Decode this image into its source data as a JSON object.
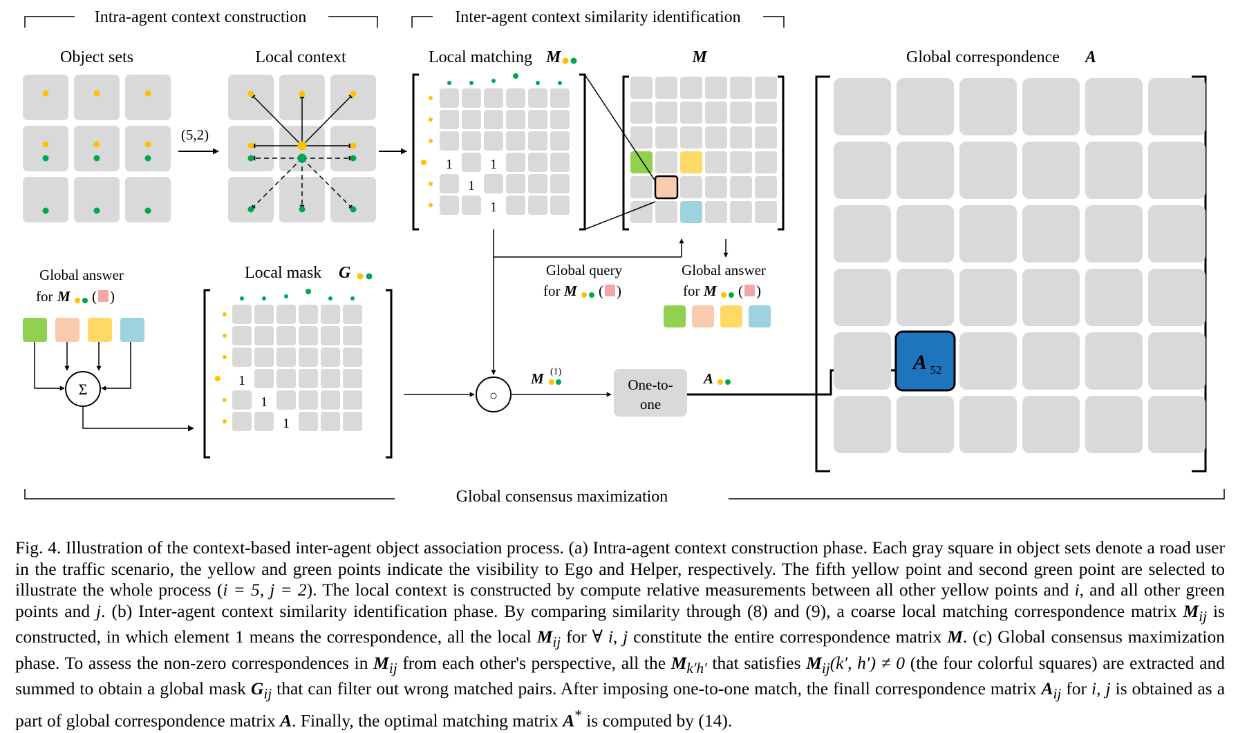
{
  "headers": {
    "intra": "Intra-agent context construction",
    "inter": "Inter-agent context similarity identification",
    "global": "Global consensus maximization"
  },
  "labels": {
    "object_sets": "Object sets",
    "local_context": "Local context",
    "arrow_label": "(5,2)",
    "local_matching": "Local matching",
    "M": "M",
    "global_correspondence": "Global correspondence",
    "A": "A",
    "global_query_l1": "Global query",
    "global_query_l2": "for",
    "global_answer_l1": "Global answer",
    "global_answer_l2": "for",
    "left_answer_l1": "Global answer",
    "left_answer_l2": "for",
    "local_mask": "Local mask",
    "G": "G",
    "sigma": "Σ",
    "hadamard": "○",
    "M1": "M",
    "M1_sup": "(1)",
    "one_to_one_l1": "One-to-",
    "one_to_one_l2": "one",
    "A_small": "A",
    "A52": "A",
    "A52_sub": "52",
    "one": "1"
  },
  "colors": {
    "gray": "#d9d9d9",
    "yellow_point": "#ffc000",
    "green_point": "#00a651",
    "green": "#92d050",
    "orange": "#f8cbad",
    "yellow": "#ffd966",
    "blue": "#9dd3df",
    "pink": "#f4a5a5",
    "dark_blue": "#1f74be"
  },
  "caption": {
    "p1": "Fig. 4.   Illustration of the context-based inter-agent object association process. (a) Intra-agent context construction phase. Each gray square in object sets denote a road user in the traffic scenario, the yellow and green points indicate the visibility to Ego and Helper, respectively. The fifth yellow point and second green point are selected to illustrate the whole process (",
    "p2": "i = 5, j = 2",
    "p3": "). The local context is constructed by compute relative measurements between all other yellow points and ",
    "p4": "i",
    "p5": ", and all other green points and ",
    "p6": "j",
    "p7": ". (b) Inter-agent context similarity identification phase. By comparing similarity through (8) and (9), a coarse local matching correspondence matrix ",
    "p8": "M",
    "p8s": "ij",
    "p9": " is constructed, in which element 1 means the correspondence, all the local ",
    "p10": "M",
    "p10s": "ij",
    "p11": " for ∀ ",
    "p11b": "i, j",
    "p11c": " constitute the entire correspondence matrix ",
    "p12": "M",
    "p13": ". (c) Global consensus maximization phase. To assess the non-zero correspondences in ",
    "p14": "M",
    "p14s": "ij",
    "p15": " from each other's perspective, all the ",
    "p16": "M",
    "p16s": "k′h′",
    "p17": " that satisfies ",
    "p18": "M",
    "p18s": "ij",
    "p18b": "(k′, h′) ≠ 0",
    "p19": " (the four colorful squares) are extracted and summed to obtain a global mask ",
    "p20": "G",
    "p20s": "ij",
    "p21": " that can filter out wrong matched pairs. After imposing one-to-one match, the finall correspondence matrix ",
    "p22": "A",
    "p22s": "ij",
    "p23": " for ",
    "p23b": "i, j",
    "p23c": " is obtained as a part of global correspondence matrix ",
    "p24": "A",
    "p25": ". Finally, the optimal matching matrix ",
    "p26": "A",
    "p26s": "*",
    "p27": " is computed by (14)."
  }
}
